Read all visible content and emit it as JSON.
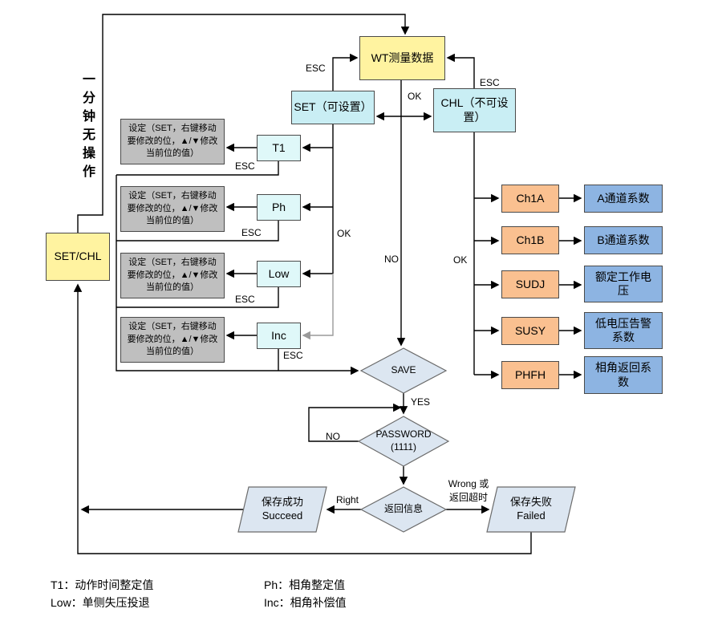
{
  "nodes": {
    "wt": "WT测量数据",
    "set": "SET（可设置）",
    "chl": "CHL（不可设置）",
    "set_chl": "SET/CHL",
    "idle_note": "一分钟无操作",
    "edit": "设定（SET，右键移动要修改的位，▲/▼修改当前位的值）",
    "save": "SAVE",
    "password": "PASSWORD\n(1111)",
    "return_info": "返回信息",
    "succeed": "保存成功\nSucceed",
    "failed": "保存失败\nFailed"
  },
  "params": [
    "T1",
    "Ph",
    "Low",
    "Inc"
  ],
  "channels": [
    {
      "code": "Ch1A",
      "desc": "A通道系数"
    },
    {
      "code": "Ch1B",
      "desc": "B通道系数"
    },
    {
      "code": "SUDJ",
      "desc": "额定工作电压"
    },
    {
      "code": "SUSY",
      "desc": "低电压告警系数"
    },
    {
      "code": "PHFH",
      "desc": "相角返回系数"
    }
  ],
  "edge_labels": {
    "set_esc": "ESC",
    "chl_esc": "ESC",
    "wt_ok": "OK",
    "t1_esc": "ESC",
    "ph_esc": "ESC",
    "low_esc": "ESC",
    "inc_esc": "ESC",
    "set_ok": "OK",
    "wt_no": "NO",
    "chl_ok": "OK",
    "save_yes": "YES",
    "password_no": "NO",
    "return_right": "Right",
    "return_wrong": "Wrong 或\n返回超时"
  },
  "legend": {
    "t1": "T1：动作时间整定值",
    "low": "Low：单侧失压投退",
    "ph": "Ph：相角整定值",
    "inc": "Inc：相角补偿值"
  },
  "colors": {
    "yellow_node": "#FFF3A0",
    "cyan_node": "#C9EEF4",
    "cyan_key_node": "#DFF8F9",
    "gray_node": "#BFBFBF",
    "orange_node": "#FAC090",
    "blue_node": "#8DB4E2",
    "shape_fill": "#DCE6F1",
    "line": "#000000"
  }
}
